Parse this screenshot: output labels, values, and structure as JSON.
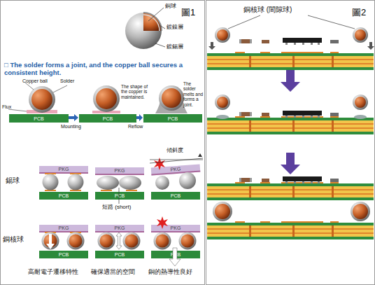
{
  "diagram": {
    "nodes": [
      {
        "text": [
          "圖1"
        ]
      },
      {
        "text": [
          "圖2"
        ]
      },
      {
        "text": [
          "PCB"
        ],
        "in": 0
      },
      {
        "text": [
          "PCB"
        ],
        "in": 0
      },
      {
        "text": [
          "PCB"
        ],
        "in": 0
      },
      {
        "text": [
          "PKG"
        ],
        "in": 0
      },
      {
        "text": [
          "PKG"
        ],
        "in": 0
      },
      {
        "text": [
          "PKG"
        ],
        "in": 0
      },
      {
        "text": [
          "PCB"
        ],
        "in": 0
      },
      {
        "text": [
          "PCB"
        ],
        "in": 0
      },
      {
        "text": [
          "PCB"
        ],
        "in": 0
      },
      {
        "text": [
          "PKG"
        ],
        "in": 0
      },
      {
        "text": [
          "PKG"
        ],
        "in": 0
      },
      {
        "text": [
          "PKG"
        ],
        "in": 0
      },
      {
        "text": [
          "PCB"
        ],
        "in": 0
      },
      {
        "text": [
          "PCB"
        ],
        "in": 0
      },
      {
        "text": [
          "PCB"
        ],
        "in": 0
      }
    ],
    "labels": [
      "銅球",
      "鍍鎳層",
      "鍍錫層",
      "□ The solder forms a joint, and the copper ball secures a consistent height.",
      "Copper ball",
      "Solder",
      "The shape of the copper is maintained.",
      "The solder melts and forms a joint.",
      "Flux",
      "Mounting",
      "Reflow",
      "傾斜度",
      "錫球",
      "短路 (short)",
      "銅核球",
      "高耐電子遷移特性",
      "確保適當的空間",
      "銅的熱導性良好",
      "銅核球 (間隙球)"
    ]
  }
}
